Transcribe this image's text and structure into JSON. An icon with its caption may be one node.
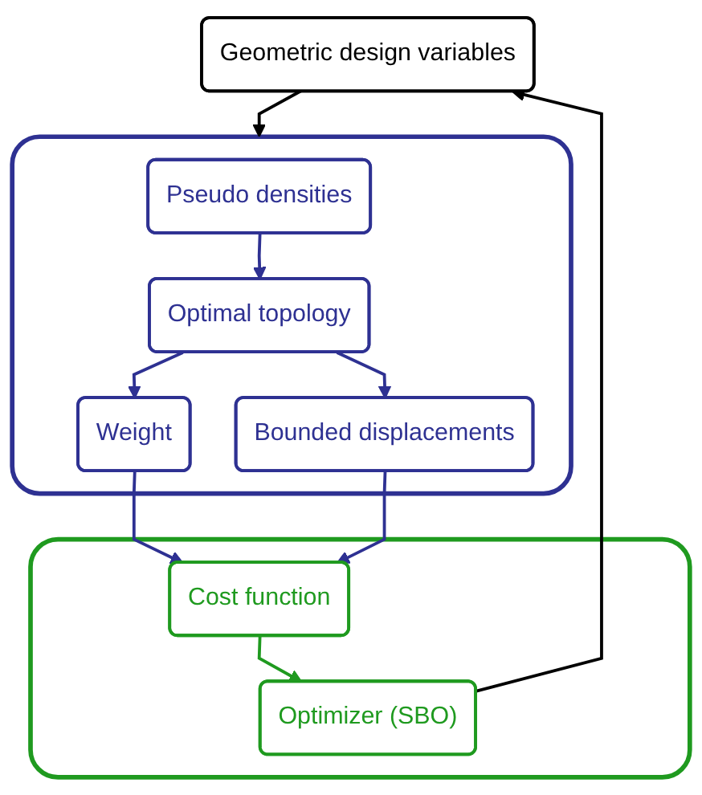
{
  "diagram": {
    "nodes": [
      {
        "text": [
          "Geometric design variables"
        ]
      },
      {
        "text": [],
        "shape": "box"
      },
      {
        "text": [
          "Pseudo densities"
        ],
        "in": 1
      },
      {
        "text": [
          "Optimal topology"
        ],
        "in": 1
      },
      {
        "text": [
          "Weight"
        ],
        "in": 1
      },
      {
        "text": [
          "Bounded displacements"
        ],
        "in": 1
      },
      {
        "text": [],
        "shape": "box"
      },
      {
        "text": [
          "Cost function"
        ],
        "in": 6
      },
      {
        "text": [
          "Optimizer (SBO)"
        ],
        "in": 6
      }
    ],
    "edges": [
      {
        "from": 0,
        "to": 1,
        "arrow": "to",
        "color": "#000000"
      },
      {
        "from": 2,
        "to": 3,
        "arrow": "to"
      },
      {
        "from": 3,
        "to": 4,
        "arrow": "to"
      },
      {
        "from": 3,
        "to": 5,
        "arrow": "to"
      },
      {
        "from": 4,
        "to": 7,
        "arrow": "to"
      },
      {
        "from": 5,
        "to": 7,
        "arrow": "to"
      },
      {
        "from": 7,
        "to": 8,
        "arrow": "to",
        "color": "#1f9a1f"
      },
      {
        "from": 8,
        "to": 0,
        "arrow": "to",
        "color": "#000000"
      }
    ]
  }
}
